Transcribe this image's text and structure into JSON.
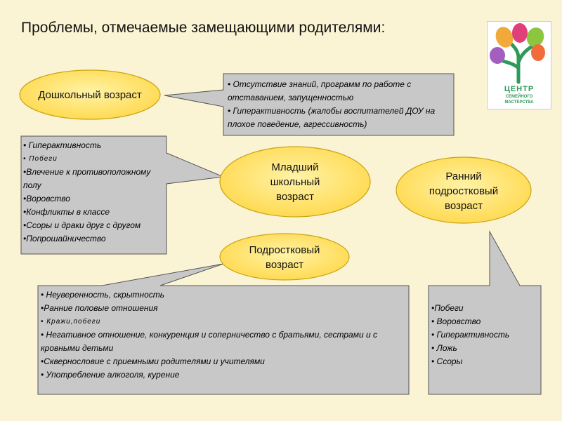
{
  "title": "Проблемы, отмечаемые замещающими родителями:",
  "groups": {
    "preschool": {
      "label": "Дошкольный возраст",
      "items": [
        "Отсутствие знаний, программ по работе с отставанием, запущенностью",
        "Гиперактивность (жалобы воспитателей ДОУ на плохое поведение, агрессивность)"
      ]
    },
    "junior_school": {
      "label": "Младший школьный возраст",
      "items": [
        "Гиперактивность",
        "Побеги",
        "Влечение к противоположному полу",
        "Воровство",
        "Конфликты в классе",
        "Ссоры и драки друг с другом",
        "Попрошайничество"
      ]
    },
    "early_teen": {
      "label": "Ранний подростковый возраст",
      "items": [
        "Побеги",
        "Воровство",
        "Гиперактивность",
        "Ложь",
        "Ссоры"
      ]
    },
    "teen": {
      "label": "Подростковый возраст",
      "items": [
        "Неуверенность, скрытность",
        "Ранние половые отношения",
        "Кражи,побеги",
        "Негативное отношение, конкуренция и соперничество с братьями, сестрами и с кровными детьми",
        "Сквернословие с приемными родителями и учителями",
        "Употребление алкоголя, курение"
      ]
    }
  },
  "logo": {
    "line1": "ЦЕНТР",
    "line2": "СЕМЕЙНОГО",
    "line3": "МАСТЕРСТВА"
  },
  "colors": {
    "oval_fill": "#FFE36A",
    "oval_stroke": "#C8A415",
    "box_fill": "#C8C8C8",
    "box_stroke": "#555555",
    "logo_green": "#2E9A5A"
  }
}
